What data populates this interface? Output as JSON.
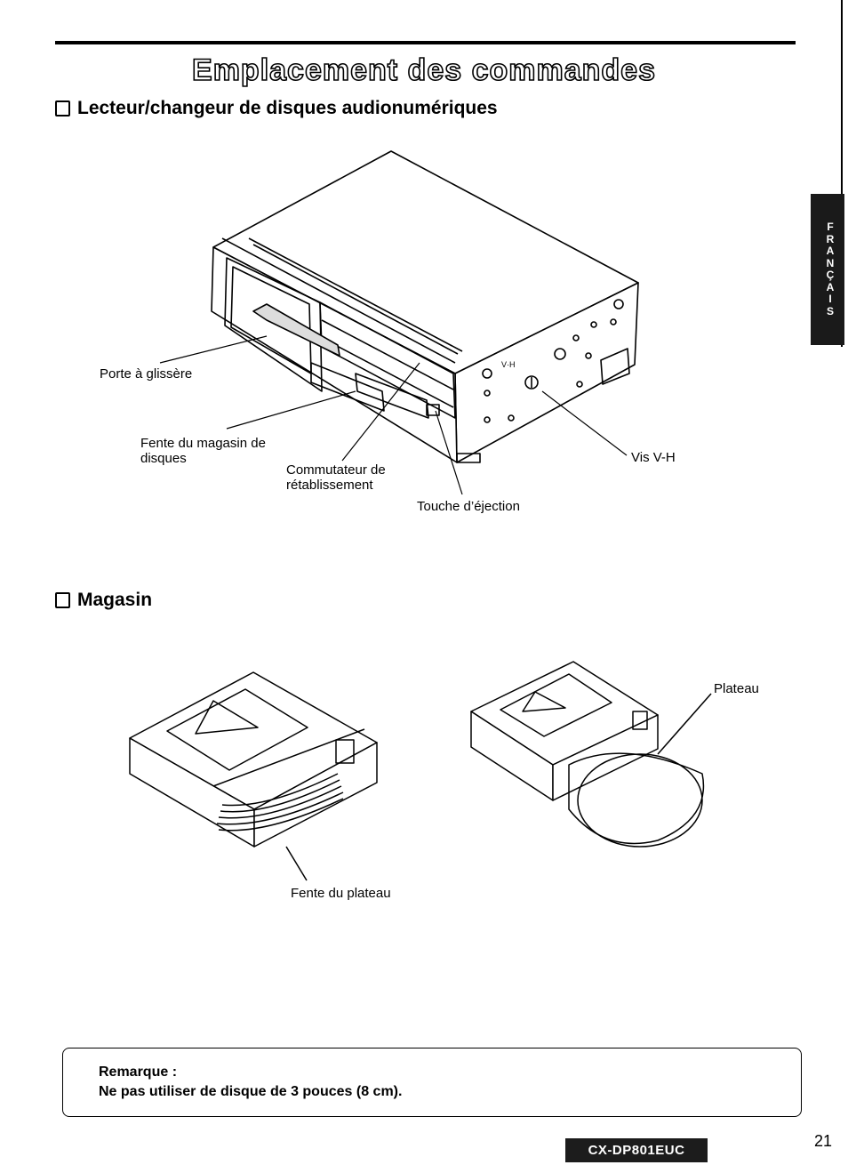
{
  "title": "Emplacement des commandes",
  "language_tab": [
    "F",
    "R",
    "A",
    "N",
    "Ç",
    "A",
    "I",
    "S"
  ],
  "section1": {
    "heading": "Lecteur/changeur de disques audionumériques",
    "labels": {
      "porte": "Porte à glissère",
      "fente_magasin_1": "Fente du magasin de",
      "fente_magasin_2": "disques",
      "commutateur_1": "Commutateur de",
      "commutateur_2": "rétablissement",
      "touche": "Touche d’éjection",
      "vis": "Vis V-H",
      "vis_marks": "V·H"
    }
  },
  "section2": {
    "heading": "Magasin",
    "labels": {
      "plateau": "Plateau",
      "fente_plateau": "Fente du plateau"
    }
  },
  "note": {
    "title": "Remarque :",
    "text": "Ne pas utiliser de disque de 3 pouces (8 cm)."
  },
  "footer": {
    "model": "CX-DP801EUC",
    "page_number": "21"
  }
}
